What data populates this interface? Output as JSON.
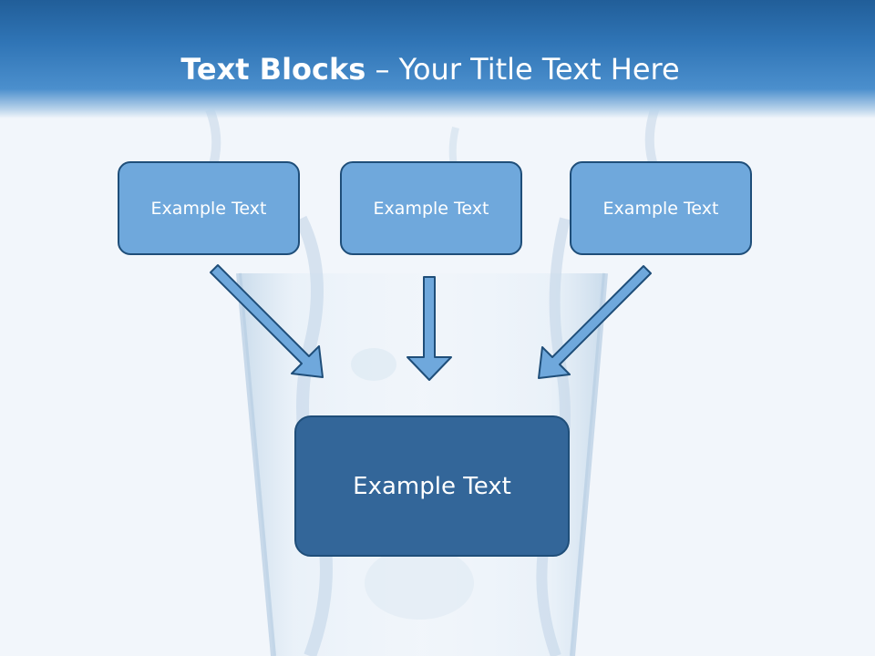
{
  "title": {
    "bold": "Text Blocks",
    "dash": " – ",
    "rest": "Your Title Text Here"
  },
  "blocks": [
    {
      "label": "Example Text"
    },
    {
      "label": "Example Text"
    },
    {
      "label": "Example Text"
    }
  ],
  "target": {
    "label": "Example Text"
  },
  "colors": {
    "header": "#2f74b5",
    "small_box_fill": "#6fa8dc",
    "big_box_fill": "#336699",
    "box_border": "#1f4e79",
    "arrow_fill": "#6fa8dc"
  }
}
